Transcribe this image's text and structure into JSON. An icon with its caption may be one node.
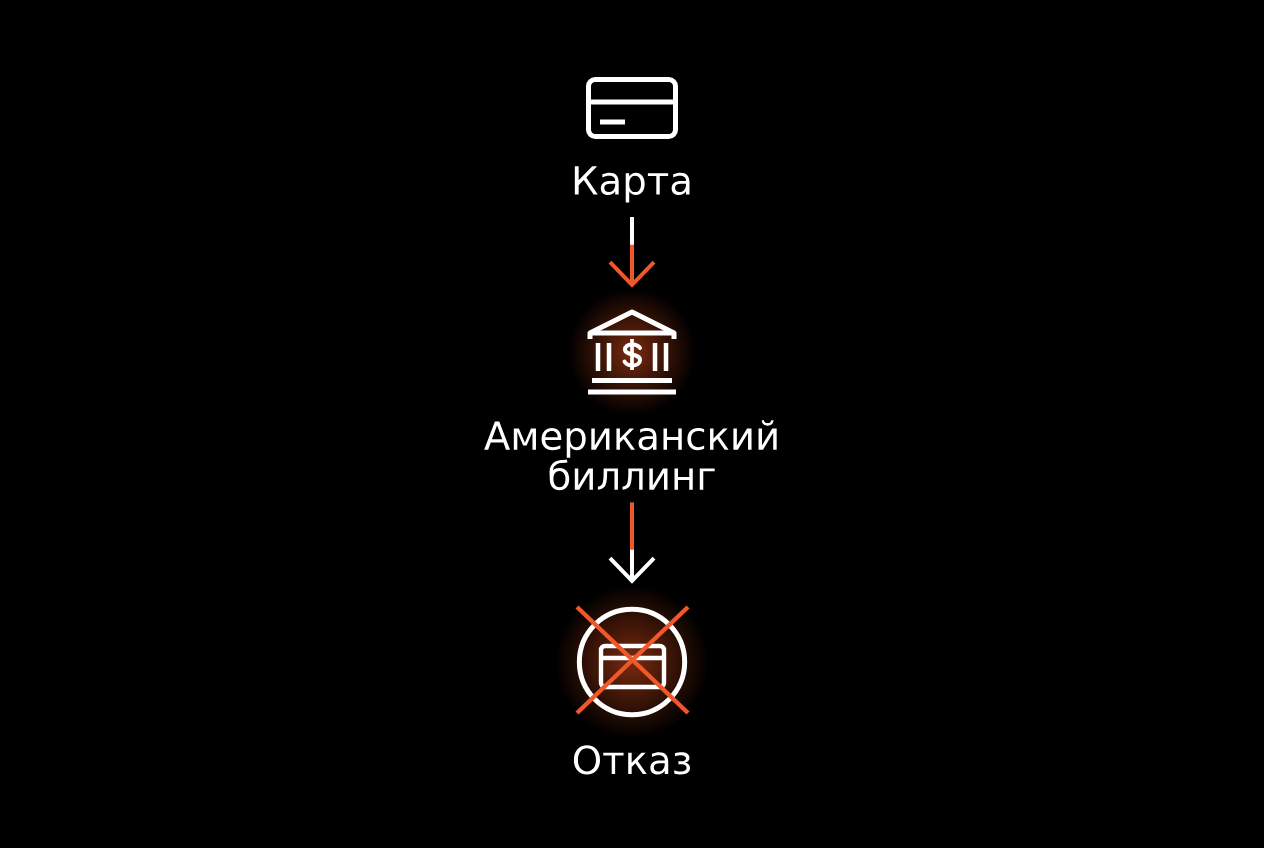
{
  "diagram": {
    "nodes": [
      {
        "text": [
          "Карта"
        ]
      },
      {
        "text": [
          "Американский биллинг"
        ]
      },
      {
        "text": [
          "Отказ"
        ]
      }
    ],
    "edges": [
      {
        "from": 0,
        "to": 1,
        "arrow": "to",
        "color": "#f0572a"
      },
      {
        "from": 1,
        "to": 2,
        "arrow": "to",
        "color": "#ffffff"
      }
    ]
  }
}
